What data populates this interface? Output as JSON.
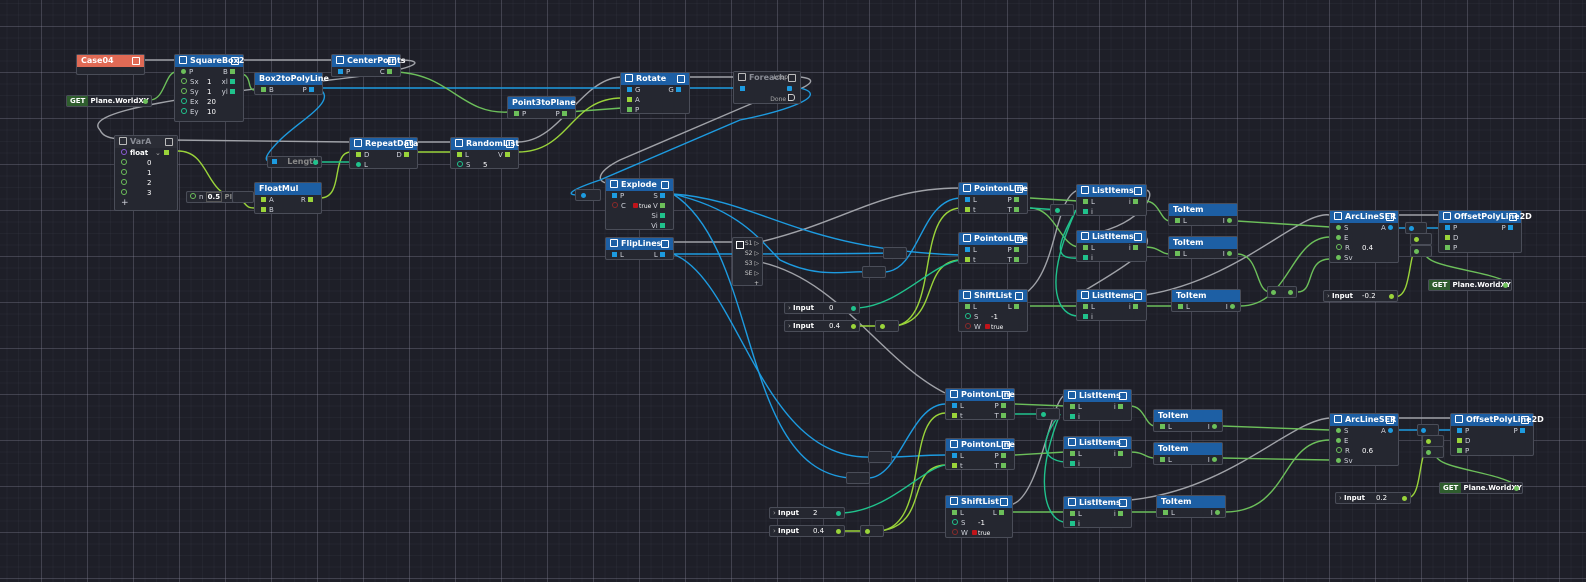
{
  "colors": {
    "node_header": "#1d5fa4",
    "case_header": "#e06a55",
    "canvas": "#1e1f28",
    "wire_blue": "#1d9be0",
    "wire_green": "#6cbf5a",
    "wire_lime": "#9ad43a",
    "wire_teal": "#20c28c",
    "wire_gray": "#a0a2a8"
  },
  "nodes": {
    "case04": {
      "title": "Case04"
    },
    "squarebox2": {
      "title": "SquareBox2",
      "in": [
        "P",
        "Sx",
        "Sy",
        "Ex",
        "Ey"
      ],
      "values": {
        "Sx": "1",
        "Sy": "1",
        "Ex": "20",
        "Ey": "10"
      },
      "out": [
        "B",
        "xl",
        "yl"
      ]
    },
    "get_plane1": {
      "get": "GET",
      "value": "Plane.WorldXY"
    },
    "box2topolyline": {
      "title": "Box2toPolyLine",
      "in": "B",
      "out": "P"
    },
    "centerpoints": {
      "title": "CenterPoints",
      "in": "P",
      "out": "C"
    },
    "vara": {
      "title": "VarA",
      "type": "float",
      "values": [
        "0",
        "1",
        "2",
        "3"
      ],
      "add": "+"
    },
    "pi": {
      "label": "n",
      "value": "0.5",
      "suffix": "PI"
    },
    "floatmul": {
      "title": "FloatMul",
      "in": [
        "A",
        "B"
      ],
      "out": "R"
    },
    "length": {
      "title": "Length"
    },
    "repeatdata": {
      "title": "RepeatData",
      "in": [
        "D",
        "L"
      ],
      "out": "D"
    },
    "randomlist": {
      "title": "RandomList",
      "in": [
        "L",
        "S"
      ],
      "s_value": "5",
      "out": "V"
    },
    "point3toplane": {
      "title": "Point3toPlane",
      "in": "P",
      "out": "P"
    },
    "rotate": {
      "title": "Rotate",
      "in": [
        "G",
        "A",
        "P"
      ],
      "out": "G"
    },
    "foreach": {
      "title": "Foreach",
      "out": [
        "Loop",
        "Done"
      ]
    },
    "explode": {
      "title": "Explode",
      "in": [
        "P",
        "C"
      ],
      "c_value": "true",
      "out": [
        "S",
        "V",
        "Si",
        "Vi"
      ]
    },
    "fliplines": {
      "title": "FlipLines",
      "in": "L",
      "out": "L"
    },
    "sequence": {
      "out": [
        "S1",
        "S2",
        "S3",
        "SE"
      ],
      "add": "+"
    },
    "top": {
      "pointonline1": {
        "title": "PointonLine",
        "in": [
          "L",
          "t"
        ],
        "out": [
          "P",
          "T"
        ]
      },
      "pointonline2": {
        "title": "PointonLine",
        "in": [
          "L",
          "t"
        ],
        "out": [
          "P",
          "T"
        ]
      },
      "shiftlist": {
        "title": "ShiftList",
        "in": [
          "L",
          "S",
          "W"
        ],
        "s_value": "-1",
        "w_value": "true",
        "out": "L"
      },
      "input1": {
        "label": "Input",
        "value": "0"
      },
      "input2": {
        "label": "Input",
        "value": "0.4"
      },
      "listitems": [
        {
          "title": "ListItems",
          "in": [
            "L",
            "i"
          ],
          "out": "i"
        },
        {
          "title": "ListItems",
          "in": [
            "L",
            "i"
          ],
          "out": "i"
        },
        {
          "title": "ListItems",
          "in": [
            "L",
            "i"
          ],
          "out": "i"
        }
      ],
      "toitems": [
        {
          "title": "ToItem",
          "in": "L",
          "out": "I"
        },
        {
          "title": "ToItem",
          "in": "L",
          "out": "I"
        },
        {
          "title": "ToItem",
          "in": "L",
          "out": "I"
        }
      ],
      "arcline": {
        "title": "ArcLineSER",
        "in": [
          "S",
          "E",
          "R",
          "Sv"
        ],
        "r_value": "0.4",
        "out": "A"
      },
      "offset": {
        "title": "OffsetPolyLine2D",
        "in": [
          "P",
          "D",
          "P"
        ],
        "out": "P"
      },
      "input3": {
        "label": "Input",
        "value": "-0.2"
      },
      "get_plane": {
        "get": "GET",
        "value": "Plane.WorldXY"
      }
    },
    "bottom": {
      "pointonline1": {
        "title": "PointonLine",
        "in": [
          "L",
          "t"
        ],
        "out": [
          "P",
          "T"
        ]
      },
      "pointonline2": {
        "title": "PointonLine",
        "in": [
          "L",
          "t"
        ],
        "out": [
          "P",
          "T"
        ]
      },
      "shiftlist": {
        "title": "ShiftList",
        "in": [
          "L",
          "S",
          "W"
        ],
        "s_value": "-1",
        "w_value": "true",
        "out": "L"
      },
      "input1": {
        "label": "Input",
        "value": "2"
      },
      "input2": {
        "label": "Input",
        "value": "0.4"
      },
      "listitems": [
        {
          "title": "ListItems",
          "in": [
            "L",
            "i"
          ],
          "out": "i"
        },
        {
          "title": "ListItems",
          "in": [
            "L",
            "i"
          ],
          "out": "i"
        },
        {
          "title": "ListItems",
          "in": [
            "L",
            "i"
          ],
          "out": "i"
        }
      ],
      "toitems": [
        {
          "title": "ToItem",
          "in": "L",
          "out": "I"
        },
        {
          "title": "ToItem",
          "in": "L",
          "out": "I"
        },
        {
          "title": "ToItem",
          "in": "L",
          "out": "I"
        }
      ],
      "arcline": {
        "title": "ArcLineSER",
        "in": [
          "S",
          "E",
          "R",
          "Sv"
        ],
        "r_value": "0.6",
        "out": "A"
      },
      "offset": {
        "title": "OffsetPolyLine2D",
        "in": [
          "P",
          "D",
          "P"
        ],
        "out": "P"
      },
      "input3": {
        "label": "Input",
        "value": "0.2"
      },
      "get_plane": {
        "get": "GET",
        "value": "Plane.WorldXY"
      }
    }
  }
}
